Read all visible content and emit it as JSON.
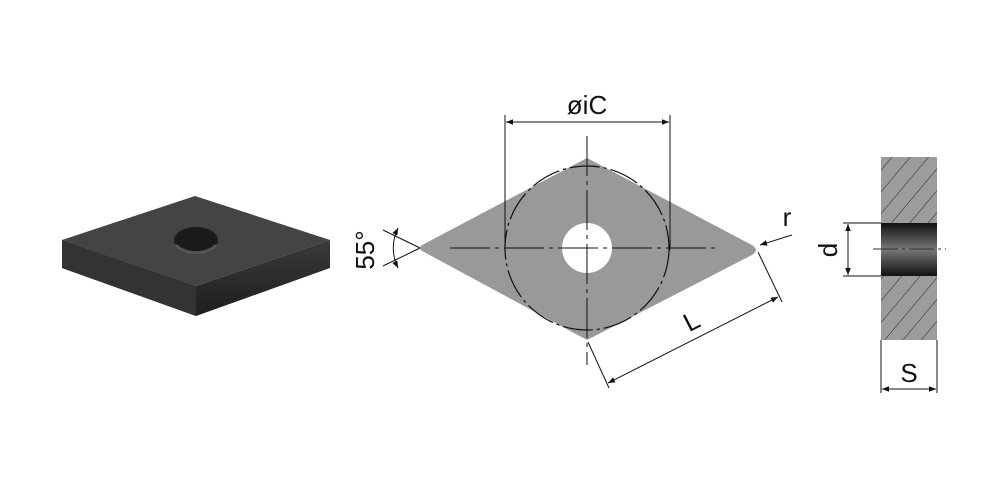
{
  "labels": {
    "inscribed_circle": "øiC",
    "angle": "55°",
    "corner_radius": "r",
    "edge_length": "L",
    "hole_diameter": "d",
    "thickness": "S"
  },
  "colors": {
    "insert_face": "#999999",
    "insert_3d_top": "#3e3e3e",
    "insert_3d_side": "#2a2a2a",
    "section": "#9c9c9c",
    "line": "#111111"
  }
}
